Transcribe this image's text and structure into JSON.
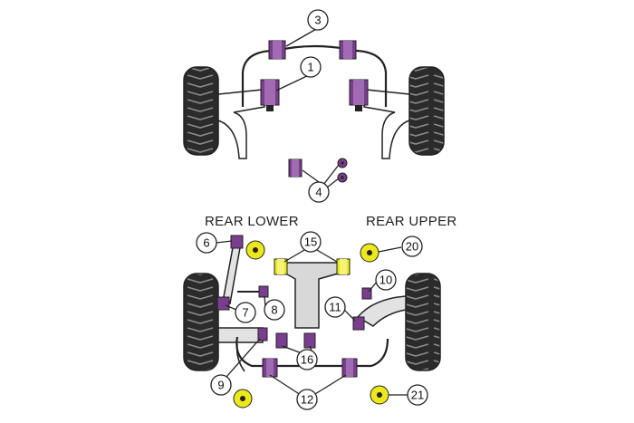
{
  "labels": {
    "rear_lower": "REAR LOWER",
    "rear_upper": "REAR UPPER"
  },
  "callouts": {
    "c1": "1",
    "c3": "3",
    "c4": "4",
    "c6": "6",
    "c7": "7",
    "c8": "8",
    "c9": "9",
    "c10": "10",
    "c11": "11",
    "c12": "12",
    "c15": "15",
    "c16": "16",
    "c20": "20",
    "c21": "21"
  },
  "colors": {
    "bush_purple": "#7b3d8f",
    "bush_yellow": "#ece81a",
    "tyre": "#2b2b2b",
    "line": "#222222",
    "link_fill": "#e2e2e2"
  }
}
